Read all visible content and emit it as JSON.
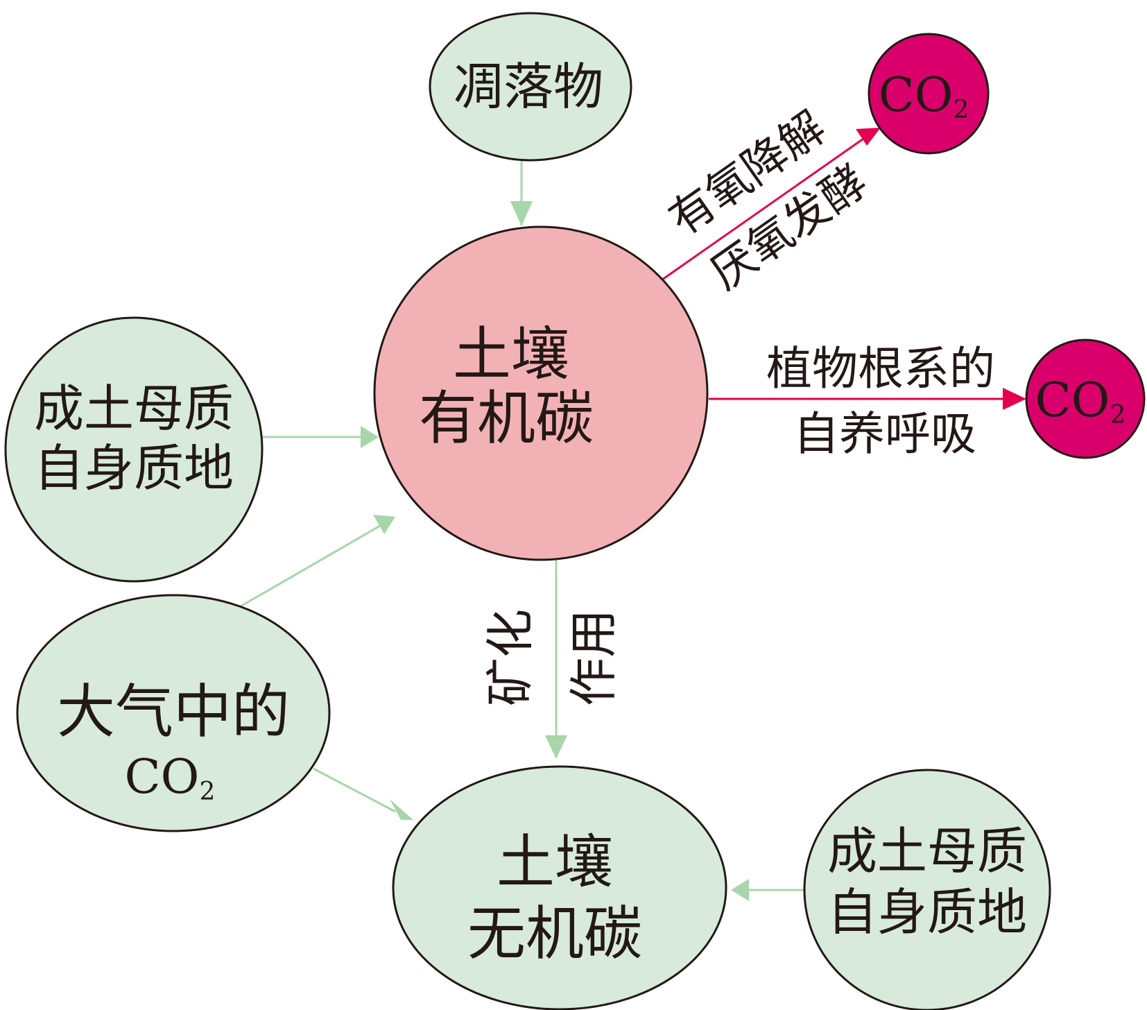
{
  "colors": {
    "green_node": "#d7eadb",
    "pink_node": "#f2b2b5",
    "magenta_node": "#d9006c",
    "green_arrow": "#a6d6a9",
    "red_arrow": "#e5004f",
    "text": "#231815"
  },
  "nodes": {
    "litter": "凋落物",
    "organic_line1": "土壤",
    "organic_line2": "有机碳",
    "inorganic_line1": "土壤",
    "inorganic_line2": "无机碳",
    "parent_left_line1": "成土母质",
    "parent_left_line2": "自身质地",
    "parent_right_line1": "成土母质",
    "parent_right_line2": "自身质地",
    "atmo_line1": "大气中的",
    "atmo_co2_main": "CO",
    "atmo_co2_sub": "2",
    "co2_top_main": "CO",
    "co2_top_sub": "2",
    "co2_right_main": "CO",
    "co2_right_sub": "2"
  },
  "labels": {
    "aerobic": "有氧降解",
    "anaerobic": "厌氧发酵",
    "root_line1": "植物根系的",
    "root_line2": "自养呼吸",
    "mineral_col1": "矿化",
    "mineral_col2": "作用"
  }
}
